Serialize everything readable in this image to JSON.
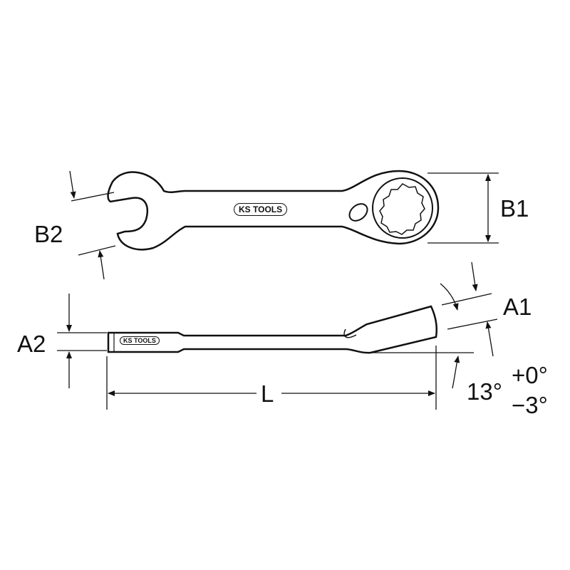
{
  "title": "Ratchet combination wrench dimension drawing",
  "brand": "KS TOOLS",
  "labels": {
    "b1": "B1",
    "b2": "B2",
    "a1": "A1",
    "a2": "A2",
    "l": "L",
    "angle": "13°",
    "tol_plus": "+0°",
    "tol_minus": "−3°"
  }
}
